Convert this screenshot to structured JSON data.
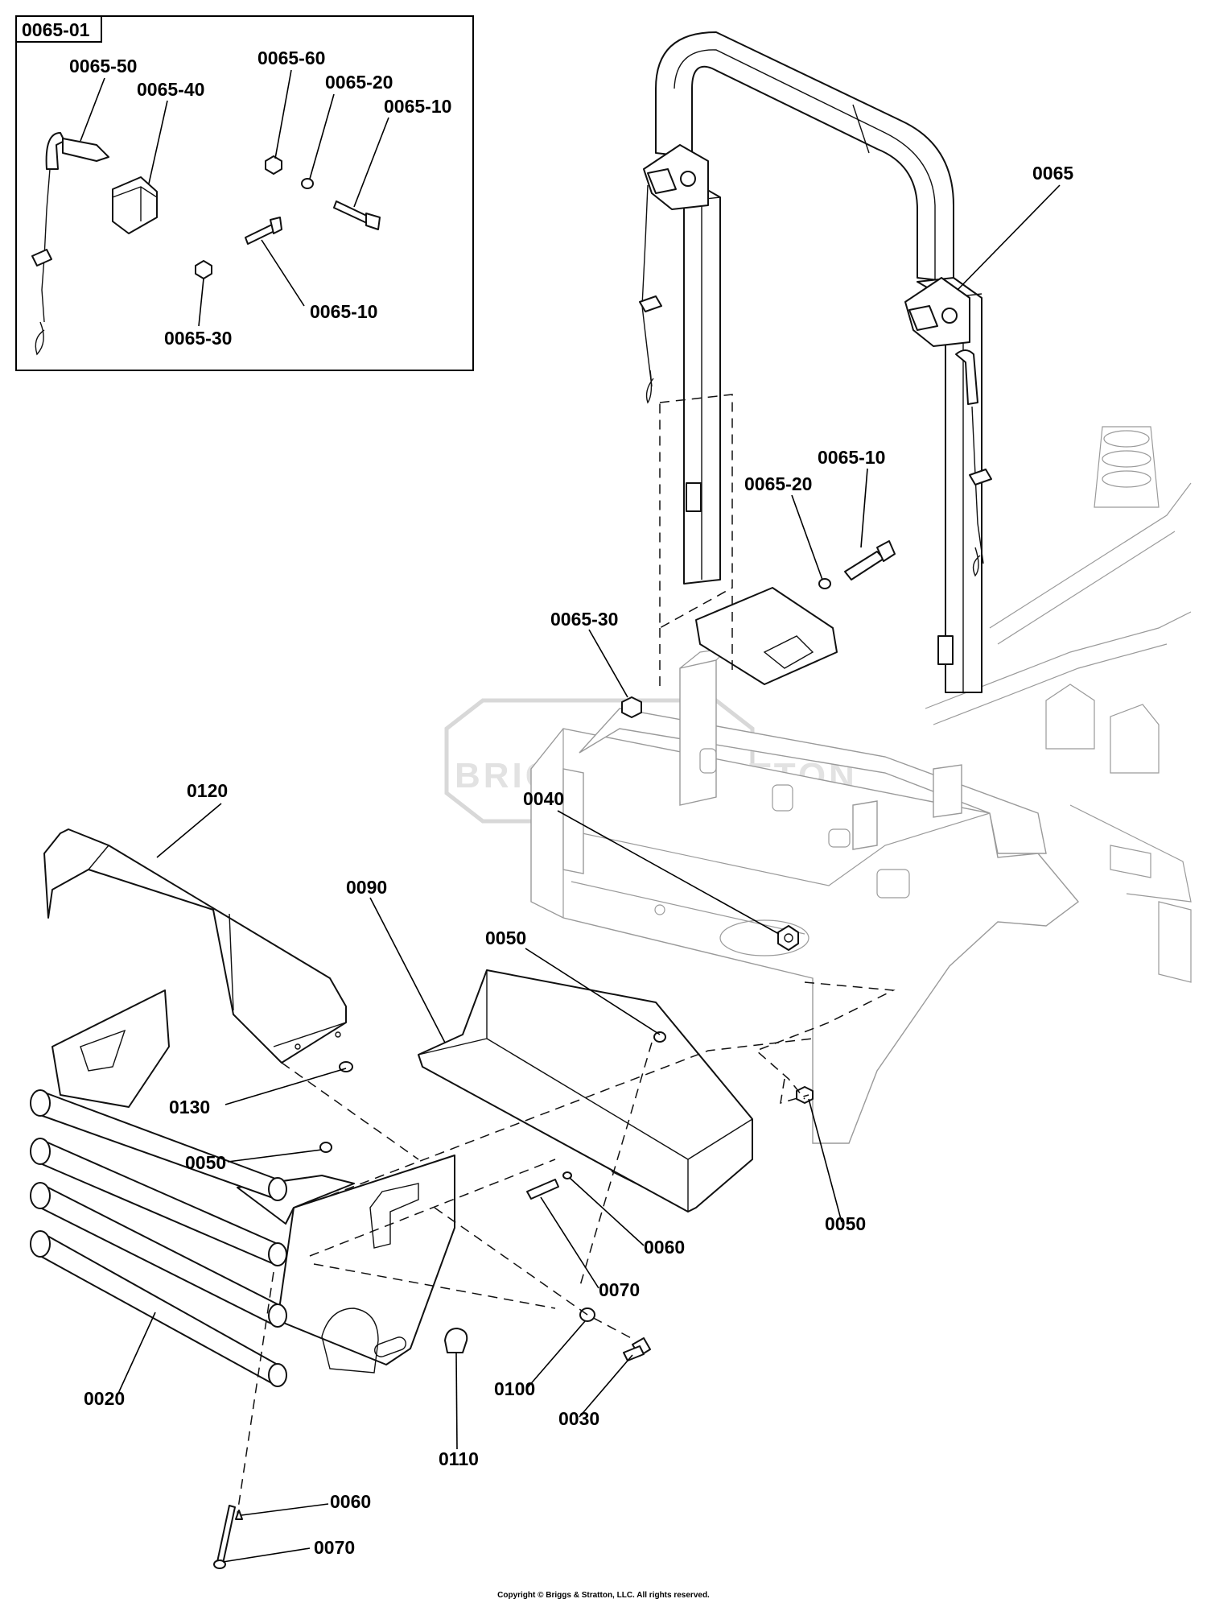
{
  "inset": {
    "title": "0065-01",
    "callouts": [
      "0065-50",
      "0065-40",
      "0065-60",
      "0065-20",
      "0065-10",
      "0065-10",
      "0065-30"
    ]
  },
  "callouts": {
    "c0065": "0065",
    "c0065_10": "0065-10",
    "c0065_20": "0065-20",
    "c0065_30": "0065-30",
    "c0120": "0120",
    "c0040": "0040",
    "c0090": "0090",
    "c0050_top": "0050",
    "c0130": "0130",
    "c0050_left": "0050",
    "c0050_right": "0050",
    "c0060_mid": "0060",
    "c0070_mid": "0070",
    "c0100": "0100",
    "c0030": "0030",
    "c0020": "0020",
    "c0110": "0110",
    "c0060_bot": "0060",
    "c0070_bot": "0070"
  },
  "watermark": "BRIGGS&STRATTON",
  "copyright": "Copyright © Briggs & Stratton, LLC. All rights reserved."
}
